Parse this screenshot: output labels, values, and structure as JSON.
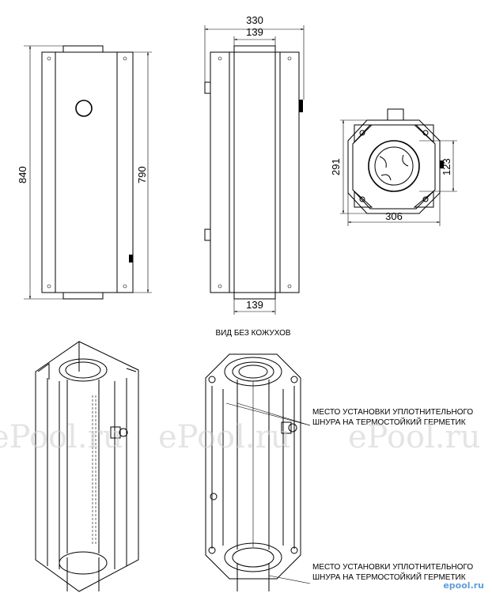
{
  "front_view": {
    "height_total": "840",
    "height_inner": "790"
  },
  "side_view": {
    "width_total": "330",
    "width_top": "139",
    "width_bottom": "139"
  },
  "top_view": {
    "height": "291",
    "width": "306",
    "pipe": "123"
  },
  "cutaway": {
    "caption": "ВИД БЕЗ КОЖУХОВ",
    "callout_top_line1": "МЕСТО УСТАНОВКИ УПЛОТНИТЕЛЬНОГО",
    "callout_top_line2": "ШНУРА НА ТЕРМОСТОЙКИЙ ГЕРМЕТИК",
    "callout_bottom_line1": "МЕСТО УСТАНОВКИ УПЛОТНИТЕЛЬНОГО",
    "callout_bottom_line2": "ШНУРА НА ТЕРМОСТОЙКИЙ ГЕРМЕТИК"
  },
  "watermarks": [
    "ePool.ru",
    "ePool.ru",
    "ePool.ru"
  ],
  "brand_mark": "epool.ru",
  "colors": {
    "line": "#000000",
    "watermark": "#cfcfcf",
    "brand": "#5f9fd8"
  }
}
